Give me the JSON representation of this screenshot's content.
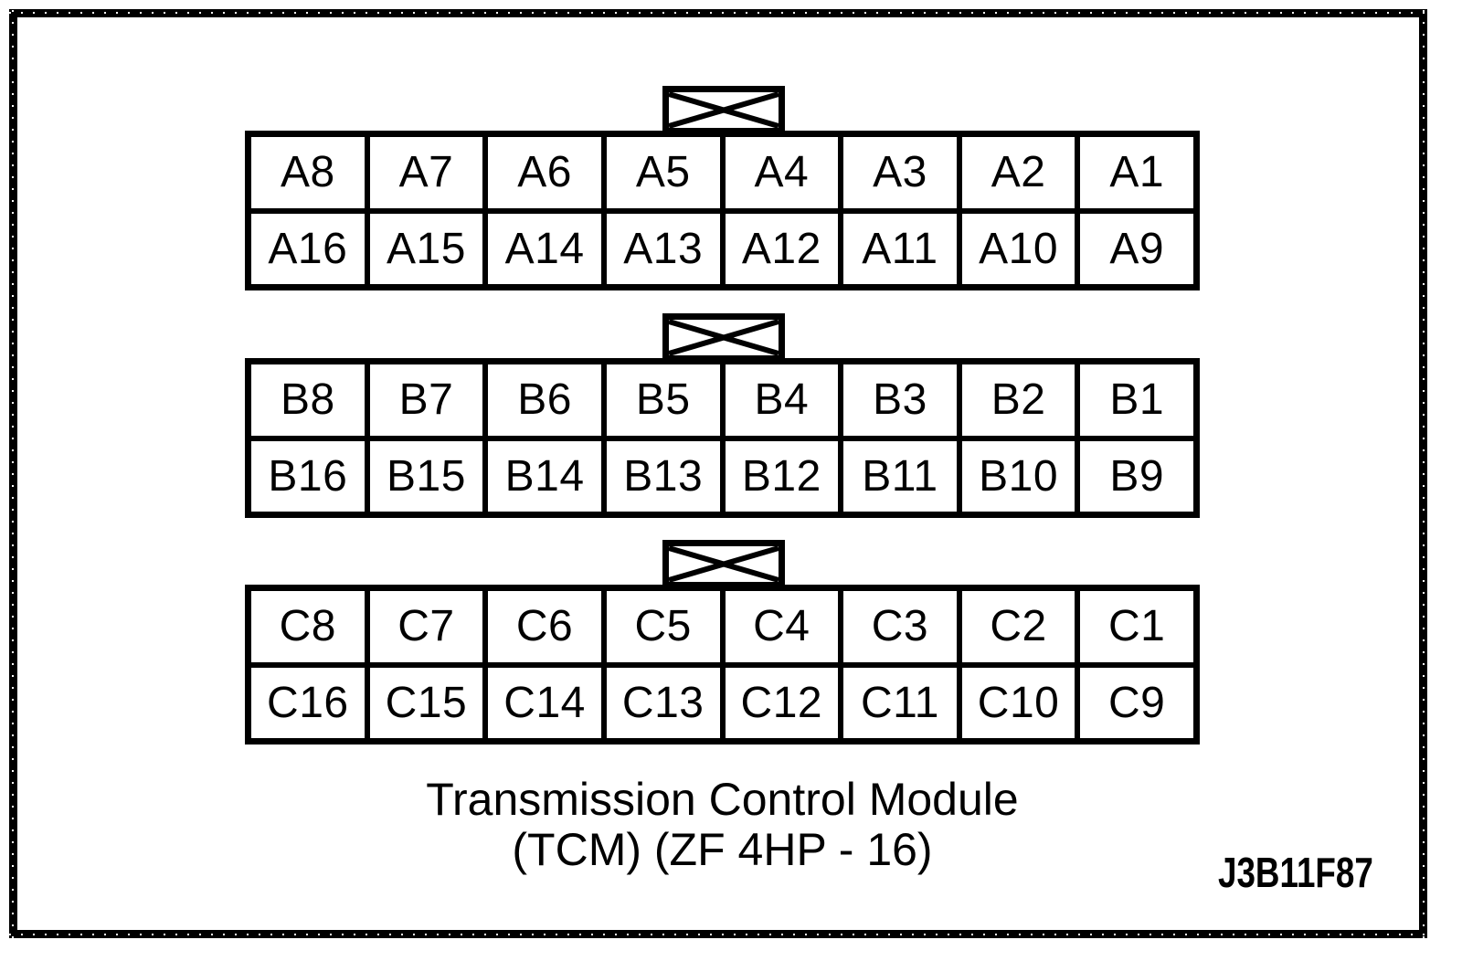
{
  "colors": {
    "ink": "#000000",
    "paper": "#ffffff"
  },
  "icons": {
    "connector_key": "crossed-box-icon"
  },
  "caption": {
    "line1": "Transmission Control Module",
    "line2": "(TCM) (ZF 4HP - 16)"
  },
  "figure_code": "J3B11F87",
  "connectors": [
    {
      "id": "A",
      "top_row": [
        "A8",
        "A7",
        "A6",
        "A5",
        "A4",
        "A3",
        "A2",
        "A1"
      ],
      "bottom_row": [
        "A16",
        "A15",
        "A14",
        "A13",
        "A12",
        "A11",
        "A10",
        "A9"
      ]
    },
    {
      "id": "B",
      "top_row": [
        "B8",
        "B7",
        "B6",
        "B5",
        "B4",
        "B3",
        "B2",
        "B1"
      ],
      "bottom_row": [
        "B16",
        "B15",
        "B14",
        "B13",
        "B12",
        "B11",
        "B10",
        "B9"
      ]
    },
    {
      "id": "C",
      "top_row": [
        "C8",
        "C7",
        "C6",
        "C5",
        "C4",
        "C3",
        "C2",
        "C1"
      ],
      "bottom_row": [
        "C16",
        "C15",
        "C14",
        "C13",
        "C12",
        "C11",
        "C10",
        "C9"
      ]
    }
  ]
}
